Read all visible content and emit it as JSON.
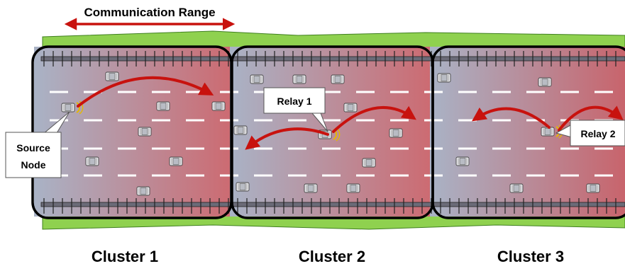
{
  "header": {
    "range_label": "Communication Range"
  },
  "callouts": {
    "source": {
      "line1": "Source",
      "line2": "Node"
    },
    "relay1": "Relay 1",
    "relay2": "Relay 2"
  },
  "clusters": [
    {
      "label": "Cluster 1"
    },
    {
      "label": "Cluster 2"
    },
    {
      "label": "Cluster 3"
    }
  ],
  "colors": {
    "arrow": "#c8120e",
    "grass": "#8fd14f",
    "grass_outline": "#3f7f1f",
    "road_left": "#a7b0c2",
    "road_right": "#c96a70",
    "cluster_border": "#000000",
    "signal": "#e5b800"
  },
  "icons": {
    "vehicle": "car-topview-icon",
    "signal": "signal-wave-icon"
  }
}
